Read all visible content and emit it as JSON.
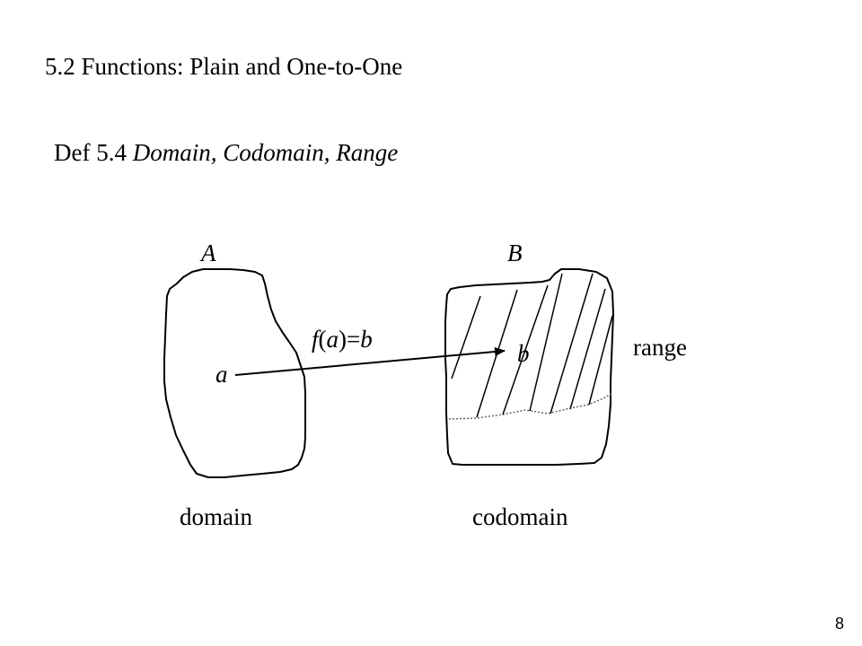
{
  "slide": {
    "title": "5.2 Functions: Plain and One-to-One",
    "definition_prefix": "Def 5.4 ",
    "definition_term": "Domain, Codomain, Range",
    "page_number": "8"
  },
  "diagram": {
    "set_a_label": "A",
    "set_b_label": "B",
    "element_a": "a",
    "element_b": "b",
    "map_f": "f",
    "map_open": "(",
    "map_arg": "a",
    "map_close_eq": ")=",
    "map_result": "b",
    "range_label": "range",
    "domain_label": "domain",
    "codomain_label": "codomain"
  }
}
